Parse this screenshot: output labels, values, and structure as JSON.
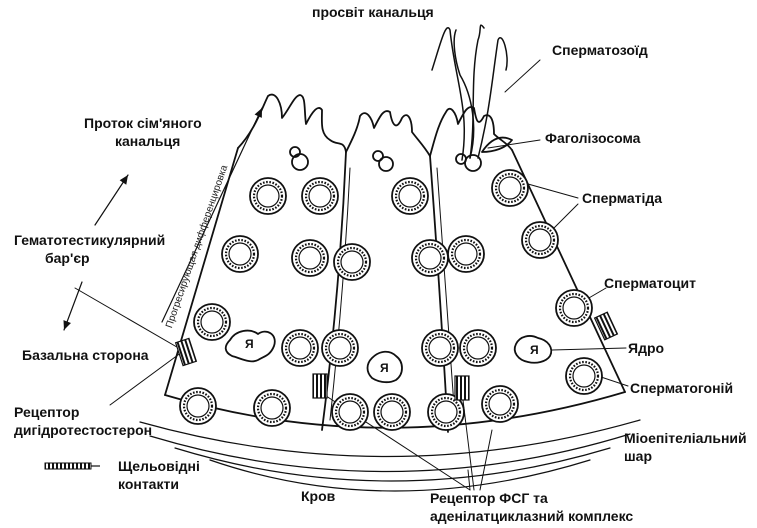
{
  "labels": {
    "lumen": "просвіт канальця",
    "spermatozoid": "Сперматозоїд",
    "duct_line1": "Проток сім'яного",
    "duct_line2": "канальця",
    "phagolysosome": "Фаголізосома",
    "spermatid": "Сперматіда",
    "barrier_line1": "Гематотестикулярний",
    "barrier_line2": "бар'єр",
    "spermatocyte": "Сперматоцит",
    "basal_side": "Базальна сторона",
    "nucleus": "Ядро",
    "spermatogonium": "Сперматогоній",
    "dht_receptor_line1": "Рецептор",
    "dht_receptor_line2": "дигідротестостерон",
    "myoepithelial_line1": "Міоепітеліальний",
    "myoepithelial_line2": "шар",
    "gap_line1": "Щельовідні",
    "gap_line2": "контакти",
    "blood": "Кров",
    "fsh_line1": "Рецептор ФСГ та",
    "fsh_line2": "аденілатциклазний комплекс",
    "rotated_text": "Прогресирующая дифференцировка",
    "nucleus_letter": "Я"
  },
  "colors": {
    "line": "#111111",
    "background": "#ffffff"
  }
}
